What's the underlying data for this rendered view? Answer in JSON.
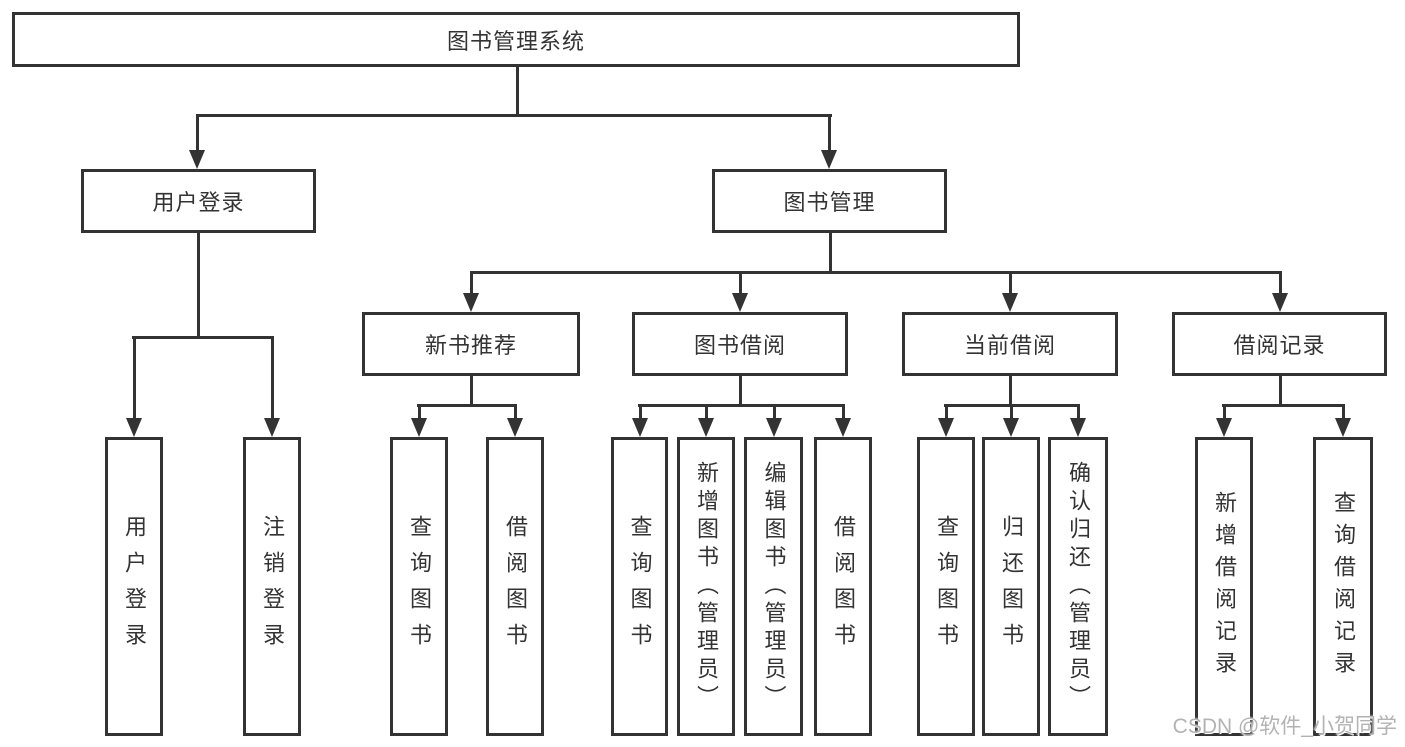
{
  "diagram": {
    "root": {
      "label": "图书管理系统"
    },
    "level2": [
      {
        "label": "用户登录"
      },
      {
        "label": "图书管理"
      }
    ],
    "level3": [
      {
        "label": "新书推荐"
      },
      {
        "label": "图书借阅"
      },
      {
        "label": "当前借阅"
      },
      {
        "label": "借阅记录"
      }
    ],
    "leaves": {
      "login": [
        "用户登录",
        "注销登录"
      ],
      "recommend": [
        "查询图书",
        "借阅图书"
      ],
      "borrow": [
        "查询图书",
        "新增图书（管理员）",
        "编辑图书（管理员）",
        "借阅图书"
      ],
      "current": [
        "查询图书",
        "归还图书",
        "确认归还（管理员）"
      ],
      "records": [
        "新增借阅记录",
        "查询借阅记录"
      ]
    }
  },
  "watermark": {
    "text": "CSDN @软件_小贺同学"
  },
  "colors": {
    "line": "#333333",
    "text": "#333333",
    "watermark": "#b3b3b3",
    "background": "#ffffff"
  }
}
